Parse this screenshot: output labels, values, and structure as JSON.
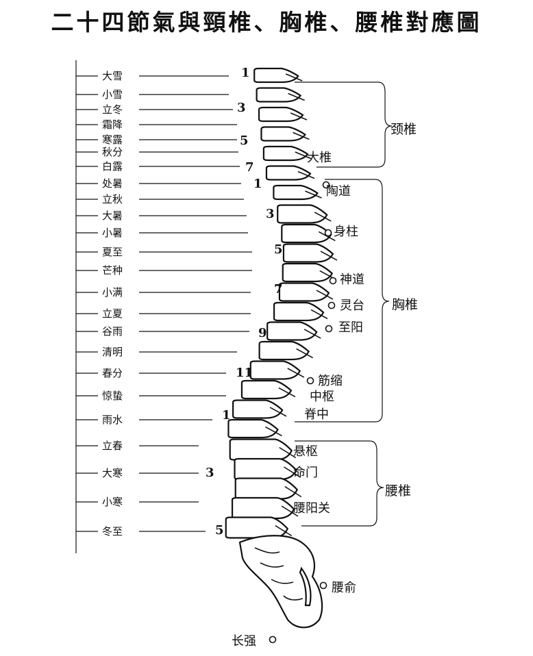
{
  "title": "二十四節氣與頸椎、胸椎、腰椎對應圖",
  "solar_terms": [
    "大雪",
    "小雪",
    "立冬",
    "霜降",
    "寒露",
    "秋分",
    "白露",
    "处暑",
    "立秋",
    "大暑",
    "小暑",
    "夏至",
    "芒种",
    "小满",
    "立夏",
    "谷雨",
    "清明",
    "春分",
    "惊蛰",
    "雨水",
    "立春",
    "大寒",
    "小寒",
    "冬至"
  ],
  "vertebra_numbers": [
    "1",
    "3",
    "5",
    "7",
    "1",
    "3",
    "5",
    "7",
    "9",
    "11",
    "1",
    "3",
    "5"
  ],
  "acupoints": [
    "大椎",
    "陶道",
    "身柱",
    "神道",
    "灵台",
    "至阳",
    "筋缩",
    "中枢",
    "脊中",
    "悬枢",
    "命门",
    "腰阳关",
    "腰俞",
    "长强"
  ],
  "groups": [
    "颈椎",
    "胸椎",
    "腰椎"
  ]
}
